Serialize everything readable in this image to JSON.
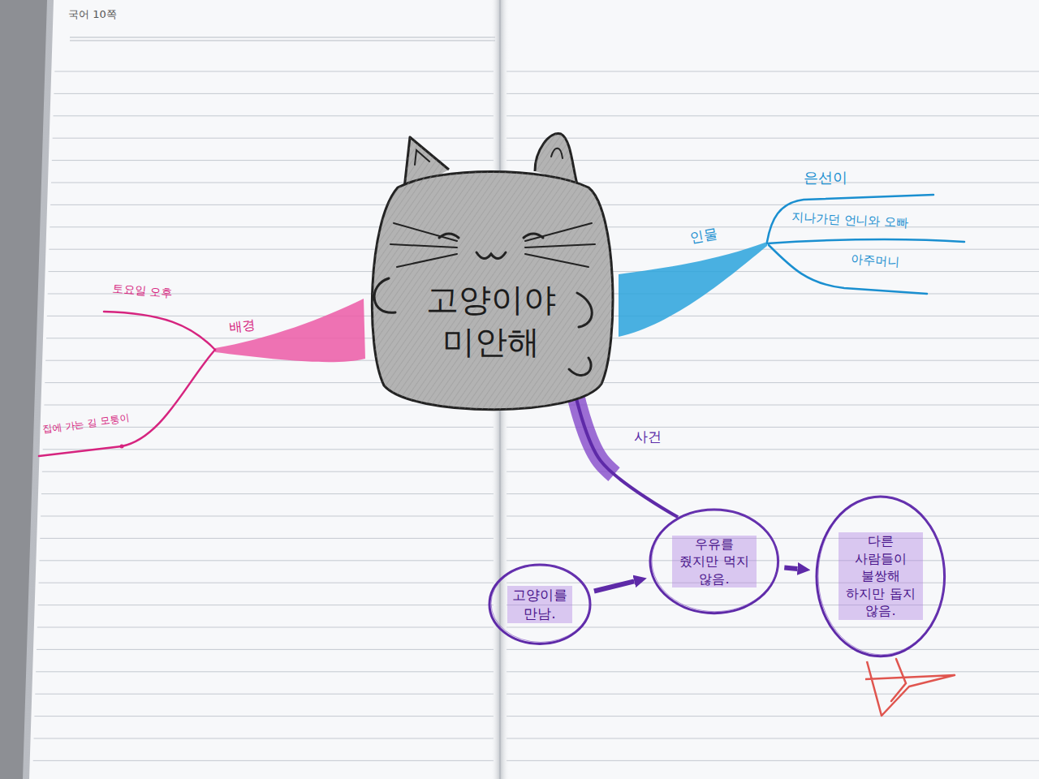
{
  "diagram": {
    "nodes": [
      {
        "text": [
          "고양이야 미안해"
        ]
      },
      {
        "text": [
          "고양이를 만남."
        ]
      },
      {
        "text": [
          "우유를 줬지만 먹지 않음."
        ]
      },
      {
        "text": [
          "다른 사람들이 불쌍해 하지만 돕지 않음."
        ]
      }
    ],
    "edges": [
      {
        "from": 0,
        "to": 2,
        "arrow": "none",
        "label": "사건"
      },
      {
        "from": 1,
        "to": 2,
        "arrow": "to"
      },
      {
        "from": 2,
        "to": 3,
        "arrow": "to"
      }
    ],
    "labels": [
      "국어 10쪽",
      "배경",
      "토요일 오후",
      "집에 가는 길 모퉁이",
      "인물",
      "은선이",
      "지나가던 언니와 오빠",
      "아주머니"
    ]
  }
}
